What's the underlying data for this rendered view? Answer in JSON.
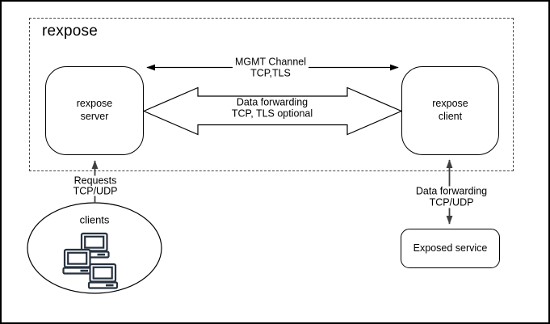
{
  "title": "rexpose",
  "nodes": {
    "server": {
      "line1": "rexpose",
      "line2": "server"
    },
    "client": {
      "line1": "rexpose",
      "line2": "client"
    },
    "exposed_service": {
      "label": "Exposed service"
    },
    "clients_group": {
      "label": "clients"
    }
  },
  "edges": {
    "mgmt": {
      "line1": "MGMT Channel",
      "line2": "TCP,TLS"
    },
    "data_forwarding_main": {
      "line1": "Data forwarding",
      "line2": "TCP, TLS optional"
    },
    "requests": {
      "line1": "Requests",
      "line2": "TCP/UDP"
    },
    "data_forwarding_service": {
      "line1": "Data forwarding",
      "line2": "TCP/UDP"
    }
  },
  "icons": {
    "computer": "computer-icon"
  },
  "colors": {
    "stroke": "#000000",
    "connector_arrow": "#3f3f3f",
    "computer_icon": "#26313f",
    "dashed_border": "#474747",
    "background": "#ffffff",
    "text": "#000000"
  }
}
